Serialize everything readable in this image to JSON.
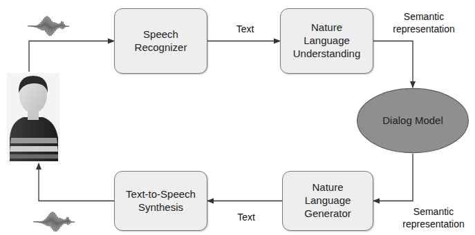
{
  "diagram": {
    "nodes": [
      {
        "text": [
          "Speech Recognizer"
        ]
      },
      {
        "text": [
          "Nature Language Understanding"
        ]
      },
      {
        "text": [
          "Dialog Model"
        ]
      },
      {
        "text": [
          "Nature Language Generator"
        ]
      },
      {
        "text": [
          "Text-to-Speech Synthesis"
        ]
      }
    ],
    "edges": [
      {
        "from": 0,
        "to": 1,
        "label": "Text",
        "arrow": "to"
      },
      {
        "from": 1,
        "to": 2,
        "label": "Semantic representation",
        "arrow": "to"
      },
      {
        "from": 2,
        "to": 3,
        "label": "Semantic representation",
        "arrow": "to"
      },
      {
        "from": 3,
        "to": 4,
        "label": "Text",
        "arrow": "to"
      }
    ]
  }
}
